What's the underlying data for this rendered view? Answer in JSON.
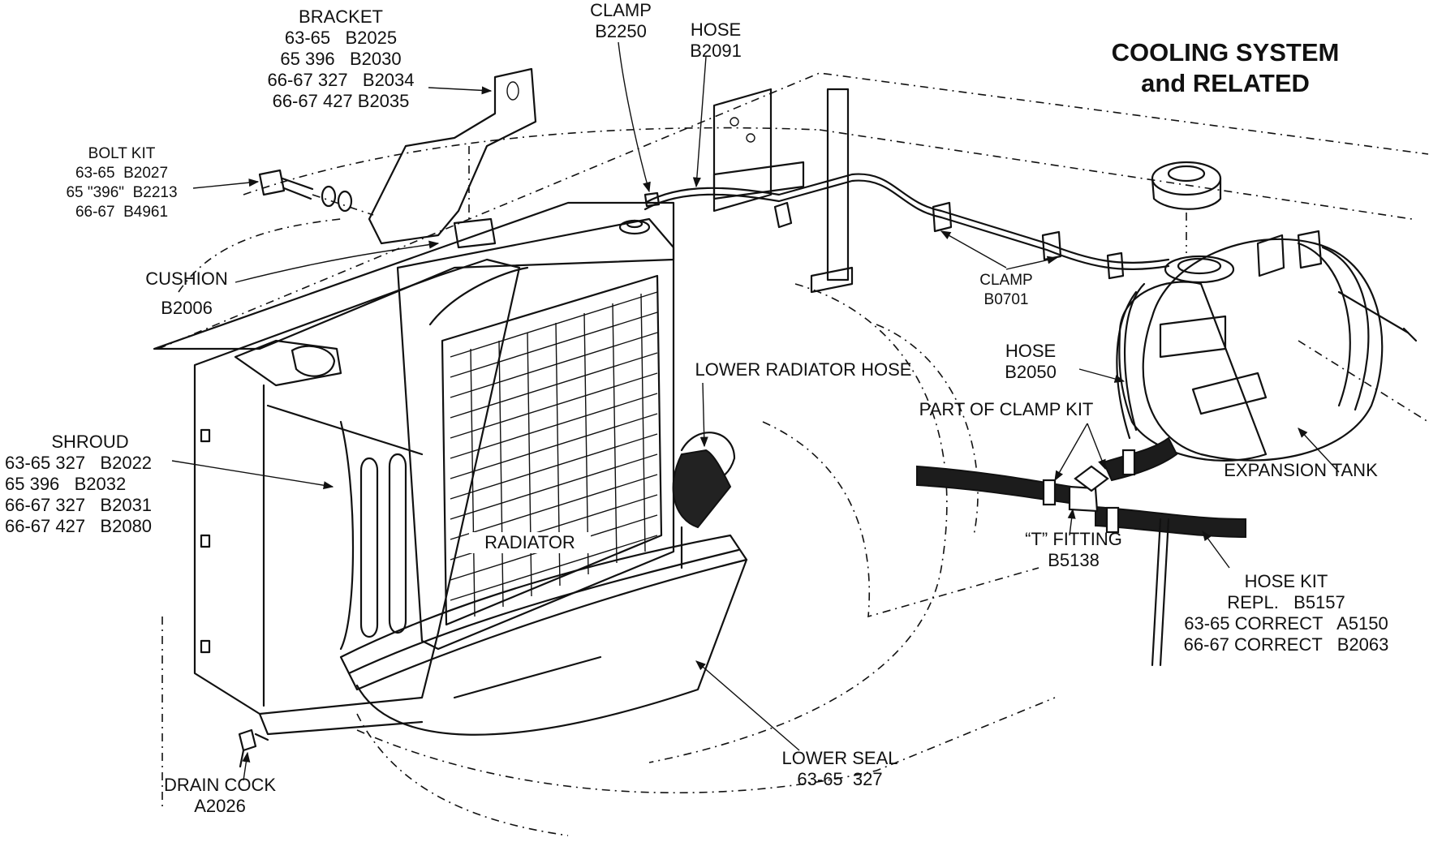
{
  "title": {
    "line1": "COOLING SYSTEM",
    "line2": "and RELATED"
  },
  "labels": {
    "bracket": {
      "name": "BRACKET",
      "rows": [
        "63-65   B2025",
        "65 396   B2030",
        "66-67 327   B2034",
        "66-67 427 B2035"
      ]
    },
    "clamp_top": {
      "name": "CLAMP",
      "part": "B2250"
    },
    "hose_top": {
      "name": "HOSE",
      "part": "B2091"
    },
    "bolt_kit": {
      "name": "BOLT KIT",
      "rows": [
        "63-65  B2027",
        "65 \"396\"  B2213",
        "66-67  B4961"
      ]
    },
    "cushion": {
      "name": "CUSHION",
      "part": "B2006"
    },
    "clamp_mid": {
      "name": "CLAMP",
      "part": "B0701"
    },
    "lower_radiator_hose": {
      "name": "LOWER RADIATOR HOSE"
    },
    "hose_mid": {
      "name": "HOSE",
      "part": "B2050"
    },
    "part_of_clamp_kit": {
      "name": "PART OF CLAMP KIT"
    },
    "shroud": {
      "name": "SHROUD",
      "rows": [
        "63-65 327   B2022",
        "65 396   B2032",
        "66-67 327   B2031",
        "66-67 427   B2080"
      ]
    },
    "expansion_tank": {
      "name": "EXPANSION TANK"
    },
    "radiator": {
      "name": "RADIATOR"
    },
    "t_fitting": {
      "name": "“T” FITTING",
      "part": "B5138"
    },
    "hose_kit": {
      "name": "HOSE KIT",
      "rows": [
        "REPL.   B5157",
        "63-65 CORRECT   A5150",
        "66-67 CORRECT   B2063"
      ]
    },
    "lower_seal": {
      "name": "LOWER SEAL",
      "part": "63-65  327"
    },
    "drain_cock": {
      "name": "DRAIN COCK",
      "part": "A2026"
    }
  }
}
